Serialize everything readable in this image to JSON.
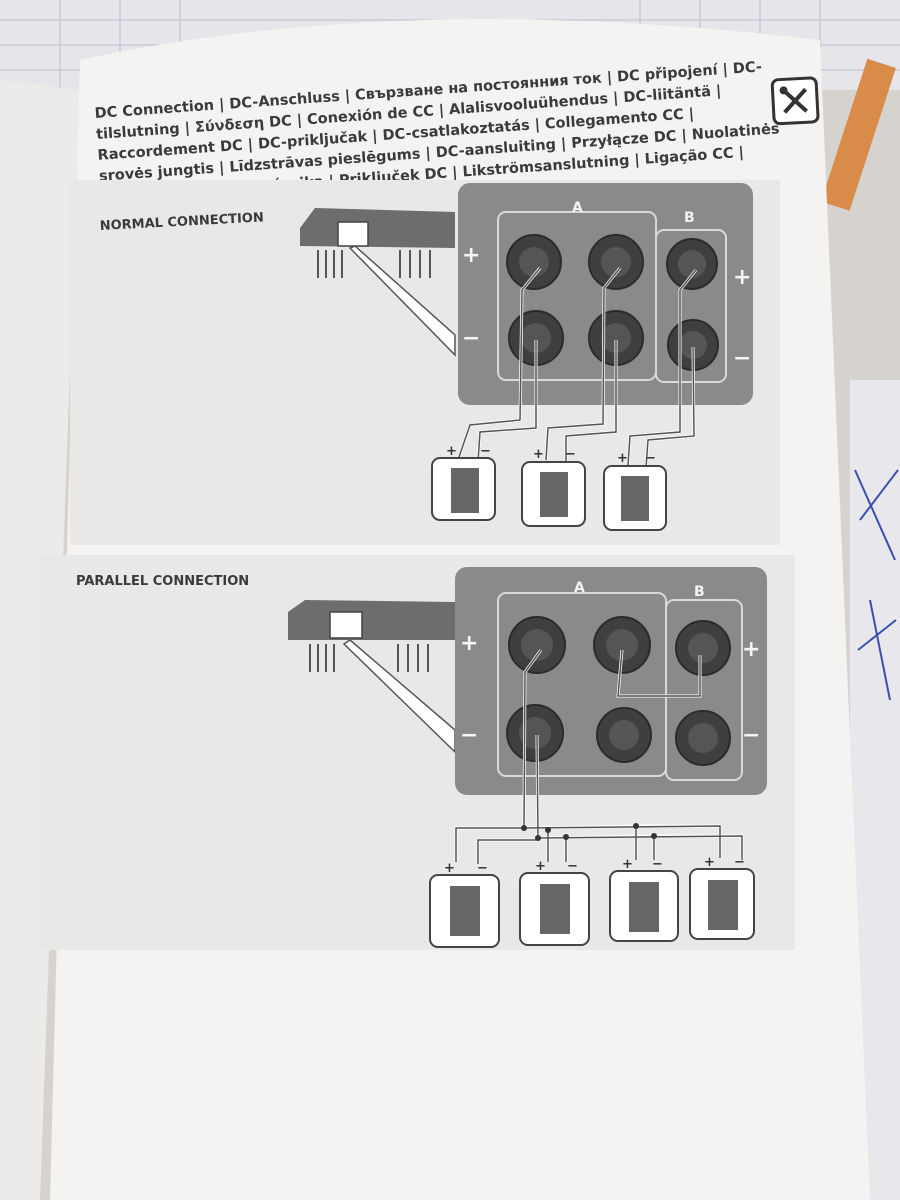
{
  "header": {
    "lines": [
      "DC Connection | DC-Anschluss | Свързване на постоянния ток | DC připojení | DC-",
      "tilslutning | Σύνδεση DC | Conexión de CC | Alalisvooluühendus | DC-liitäntä |",
      "Raccordement DC | DC-priključak | DC-csatlakoztatás | Collegamento CC |",
      "srovės jungtis | Līdzstrāvas pieslēgums | DC-aansluiting | Przyłącze DC | Nuolatinės",
      "Conexiune DC | DC prípojka | Priključek DC | Likströmsanslutning | Ligação CC |"
    ],
    "tool_icon": "wrench-screwdriver-icon"
  },
  "normal": {
    "title": "NORMAL CONNECTION",
    "input_a": "A",
    "input_b": "B",
    "plus": "+",
    "minus": "−",
    "module_plus": "+",
    "module_minus": "−"
  },
  "parallel": {
    "title": "PARALLEL CONNECTION",
    "input_a": "A",
    "input_b": "B",
    "plus": "+",
    "minus": "−",
    "module_plus": "+",
    "module_minus": "−"
  },
  "colors": {
    "paper": "#f4f3f1",
    "panel_bg": "#e9e8e6",
    "box": "#8a8a8a",
    "connector": "#3f3f3f",
    "wire": "#ffffff"
  }
}
